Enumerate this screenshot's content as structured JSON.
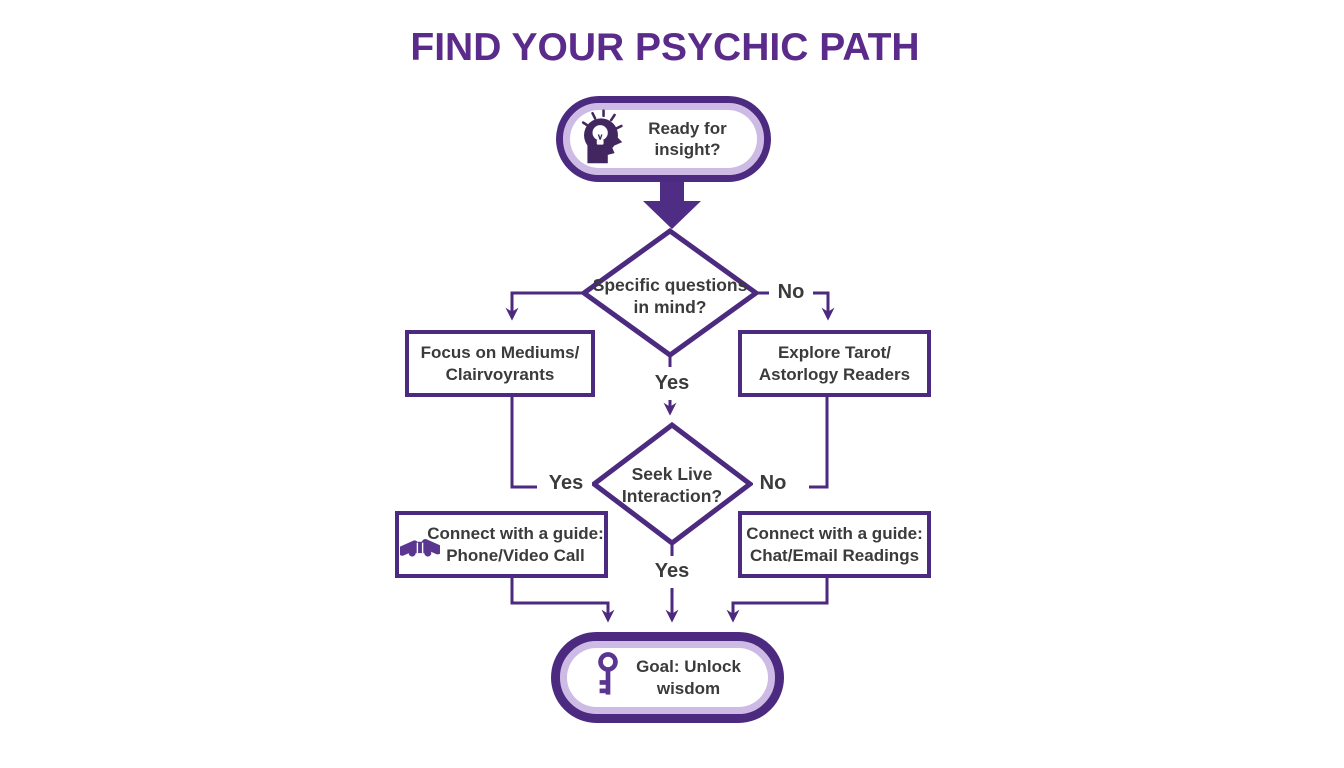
{
  "title": "FIND YOUR PSYCHIC PATH",
  "colors": {
    "title_purple": "#5b2b8c",
    "line_purple": "#4b2a7f",
    "lavender_ring": "#cdbbe6",
    "text_dark": "#3b3b3b",
    "icon_purple": "#5a3690"
  },
  "nodes": {
    "start": {
      "label": "Ready for\ninsight?",
      "icon": "head-lightbulb-icon"
    },
    "decision1": {
      "label": "Specific questions\nin mind?"
    },
    "mediums": {
      "label": "Focus on Mediums/\nClairvoyrants"
    },
    "tarot": {
      "label": "Explore Tarot/\nAstorlogy Readers"
    },
    "decision2": {
      "label": "Seek Live\nInteraction?"
    },
    "phone": {
      "label": "Connect with a guide:\nPhone/Video Call",
      "icon": "handshake-icon"
    },
    "chat": {
      "label": "Connect with a guide:\nChat/Email Readings"
    },
    "goal": {
      "label": "Goal: Unlock\nwisdom",
      "icon": "key-icon"
    }
  },
  "edges": {
    "d1_no": "No",
    "d1_yes": "Yes",
    "d2_yes_left": "Yes",
    "d2_no": "No",
    "d2_yes_bottom": "Yes"
  }
}
